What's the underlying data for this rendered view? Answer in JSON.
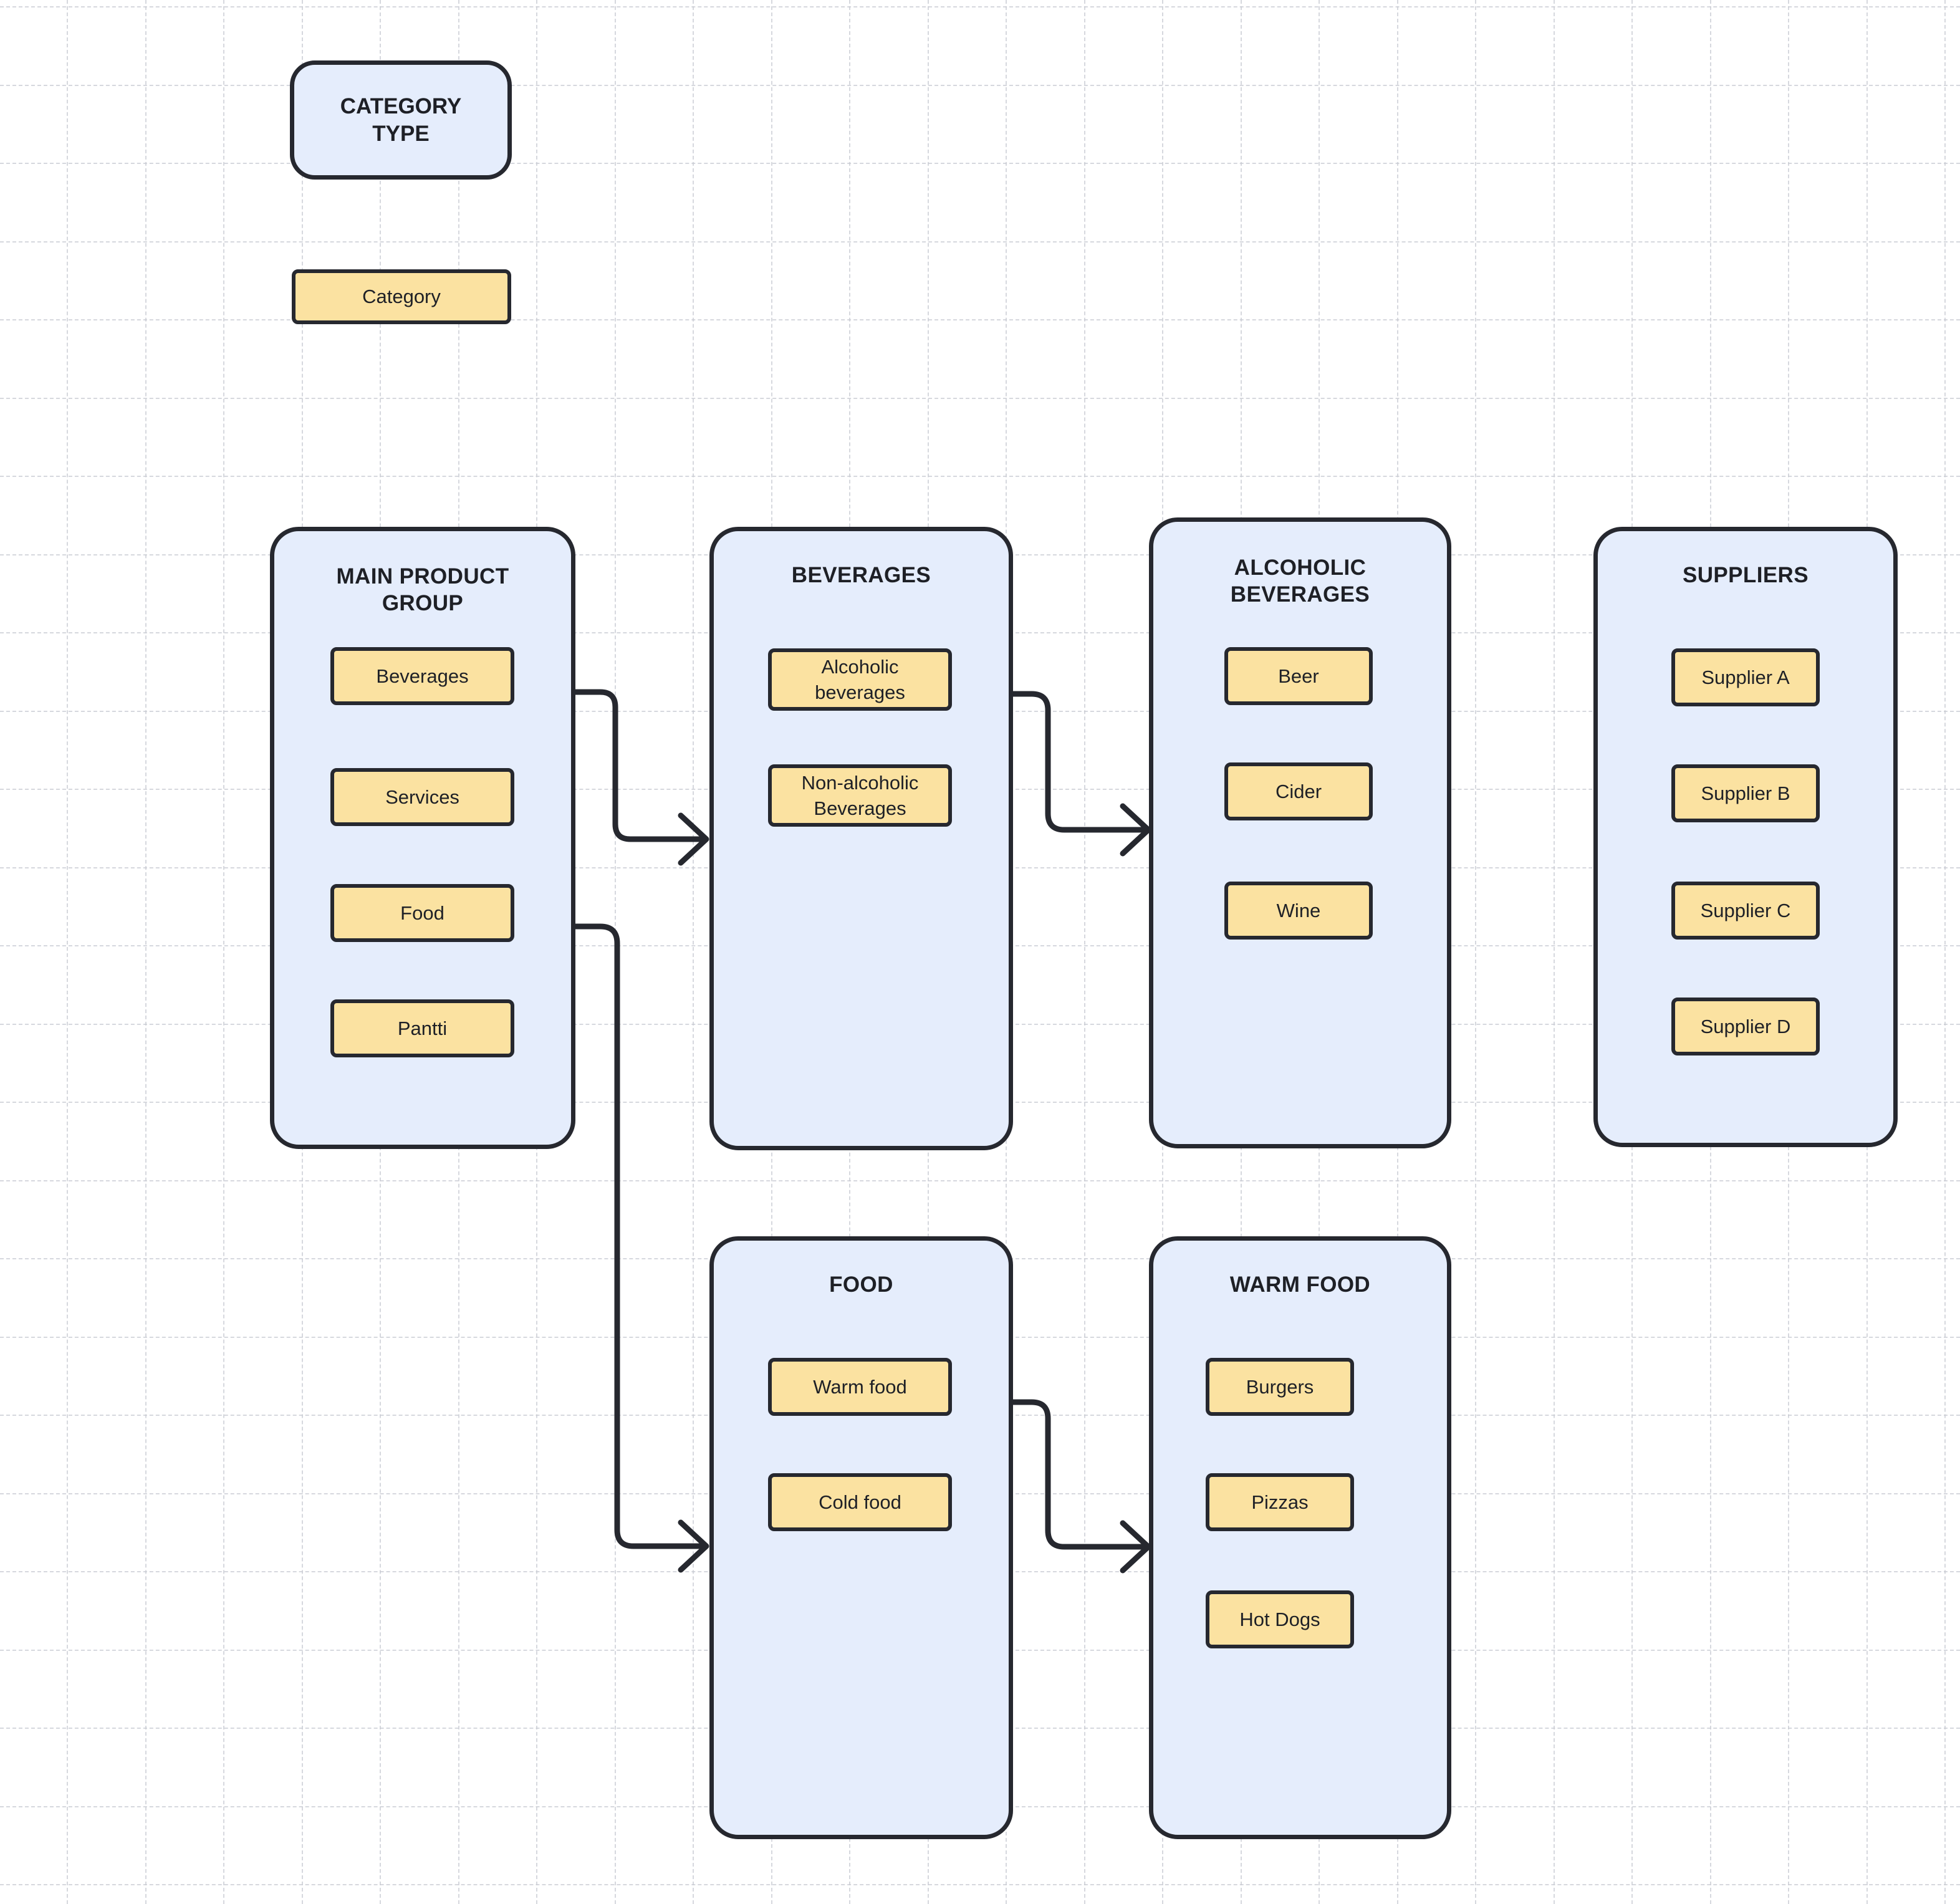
{
  "legend": {
    "type_shape_label": "CATEGORY\nTYPE",
    "type_shape_line1": "CATEGORY",
    "type_shape_line2": "TYPE",
    "category_shape_label": "Category"
  },
  "colors": {
    "container_fill": "#E5EDFC",
    "leaf_fill": "#FBE2A1",
    "stroke": "#26282F",
    "grid_line": "#C9CBD3",
    "background": "#FFFFFF"
  },
  "containers": [
    {
      "id": "main-product-group",
      "title": "MAIN PRODUCT GROUP",
      "title_lines": [
        "MAIN PRODUCT",
        "GROUP"
      ],
      "items": [
        "Beverages",
        "Services",
        "Food",
        "Pantti"
      ]
    },
    {
      "id": "beverages",
      "title": "BEVERAGES",
      "title_lines": [
        "BEVERAGES"
      ],
      "items": [
        "Alcoholic beverages",
        "Non-alcoholic Beverages"
      ]
    },
    {
      "id": "alcoholic-beverages",
      "title": "ALCOHOLIC BEVERAGES",
      "title_lines": [
        "ALCOHOLIC",
        "BEVERAGES"
      ],
      "items": [
        "Beer",
        "Cider",
        "Wine"
      ]
    },
    {
      "id": "suppliers",
      "title": "SUPPLIERS",
      "title_lines": [
        "SUPPLIERS"
      ],
      "items": [
        "Supplier A",
        "Supplier B",
        "Supplier C",
        "Supplier D"
      ]
    },
    {
      "id": "food",
      "title": "FOOD",
      "title_lines": [
        "FOOD"
      ],
      "items": [
        "Warm food",
        "Cold food"
      ]
    },
    {
      "id": "warm-food",
      "title": "WARM FOOD",
      "title_lines": [
        "WARM FOOD"
      ],
      "items": [
        "Burgers",
        "Pizzas",
        "Hot Dogs"
      ]
    }
  ],
  "edges": [
    {
      "id": "beverages-to-beverages-group",
      "from": "Beverages",
      "to": "BEVERAGES"
    },
    {
      "id": "food-to-food-group",
      "from": "Food",
      "to": "FOOD"
    },
    {
      "id": "alcoholic-to-alcoholic-group",
      "from": "Alcoholic beverages",
      "to": "ALCOHOLIC BEVERAGES"
    },
    {
      "id": "warmfood-to-warmfood-group",
      "from": "Warm food",
      "to": "WARM FOOD"
    }
  ]
}
